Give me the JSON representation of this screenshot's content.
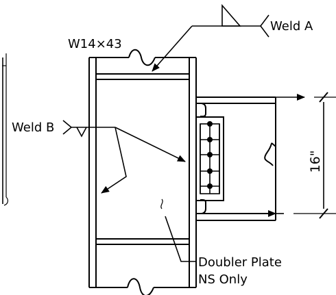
{
  "labels": {
    "column": "W14×43",
    "weld_a": "Weld A",
    "weld_b": "Weld B",
    "doubler_line1": "Doubler Plate",
    "doubler_line2": "NS Only",
    "depth": "16\""
  }
}
